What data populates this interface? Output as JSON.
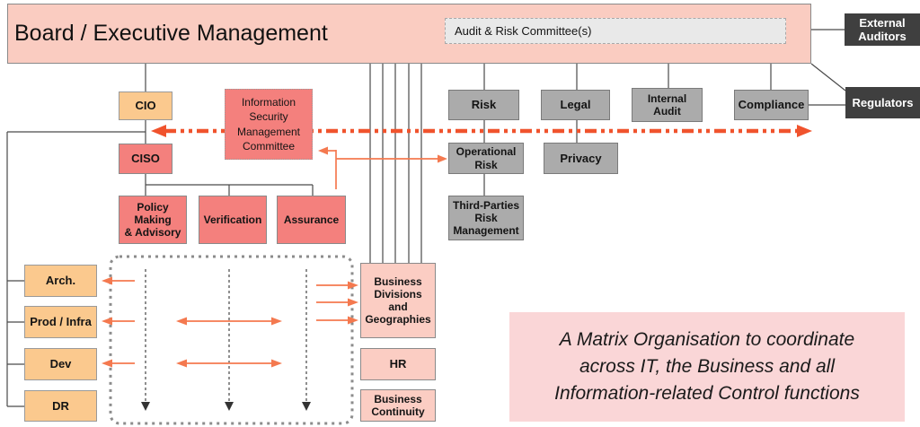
{
  "banner": {
    "title": "Board / Executive Management",
    "committee": "Audit & Risk Committee(s)"
  },
  "external_parties": {
    "auditors": "External\nAuditors",
    "regulators": "Regulators"
  },
  "it_column": {
    "cio": "CIO",
    "ciso": "CISO",
    "ismc": "Information\nSecurity\nManagement\nCommittee",
    "policy": "Policy\nMaking\n& Advisory",
    "verification": "Verification",
    "assurance": "Assurance"
  },
  "it_functions": {
    "arch": "Arch.",
    "prod_infra": "Prod / Infra",
    "dev": "Dev",
    "dr": "DR"
  },
  "control_functions": {
    "risk": "Risk",
    "legal": "Legal",
    "internal_audit": "Internal\nAudit",
    "compliance": "Compliance",
    "operational_risk": "Operational\nRisk",
    "privacy": "Privacy",
    "third_parties": "Third-Parties\nRisk\nManagement"
  },
  "business_column": {
    "divisions": "Business\nDivisions\nand\nGeographies",
    "hr": "HR",
    "continuity": "Business\nContinuity"
  },
  "note": {
    "text": "A Matrix Organisation to coordinate\nacross IT, the Business and all\nInformation-related Control functions"
  },
  "colors": {
    "banner_bg": "#faccc1",
    "orange_box": "#fbc98e",
    "red_box": "#f4807d",
    "gray_box": "#ababab",
    "dark_box": "#3f3f3f",
    "pink_box": "#fbcdc3",
    "note_bg": "#fad6d7",
    "committee_bg": "#e9e9e9",
    "dashdot_line": "#f0532d",
    "thin_arrow": "#f4794f"
  }
}
